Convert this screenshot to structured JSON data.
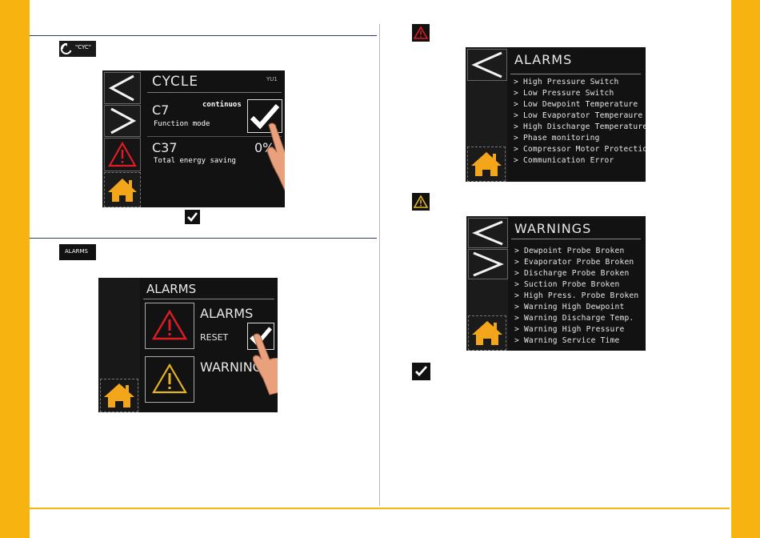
{
  "colors": {
    "accent": "#F7B30F",
    "rule": "#2c3e6b",
    "alarm_red": "#e01b24",
    "home_orange": "#f4a61b"
  },
  "section_cycle": {
    "icon_label": "\"CYC\"",
    "screen": {
      "title": "CYCLE",
      "corner_label": "YU1",
      "param1_code": "C7",
      "param1_value": "continuos",
      "param1_desc": "Function mode",
      "param2_code": "C37",
      "param2_value": "0%",
      "param2_desc": "Total energy saving"
    }
  },
  "section_alarms_menu": {
    "icon_label": "ALARMS",
    "screen": {
      "title": "ALARMS",
      "alarms_label": "ALARMS",
      "reset_label": "RESET",
      "warnings_label": "WARNINGS"
    }
  },
  "alarms_screen": {
    "title": "ALARMS",
    "items": [
      "> High Pressure Switch",
      "> Low Pressure Switch",
      "> Low Dewpoint Temperature",
      "> Low Evaporator Temperaure",
      "> High Discharge Temperature",
      "> Phase monitoring",
      "> Compressor Motor Protection",
      "> Communication Error"
    ]
  },
  "warnings_screen": {
    "title": "WARNINGS",
    "items": [
      "> Dewpoint Probe Broken",
      "> Evaporator Probe Broken",
      "> Discharge Probe Broken",
      "> Suction Probe Broken",
      "> High Press. Probe Broken",
      "> Warning High Dewpoint",
      "> Warning Discharge Temp.",
      "> Warning High Pressure",
      "> Warning Service Time"
    ]
  }
}
